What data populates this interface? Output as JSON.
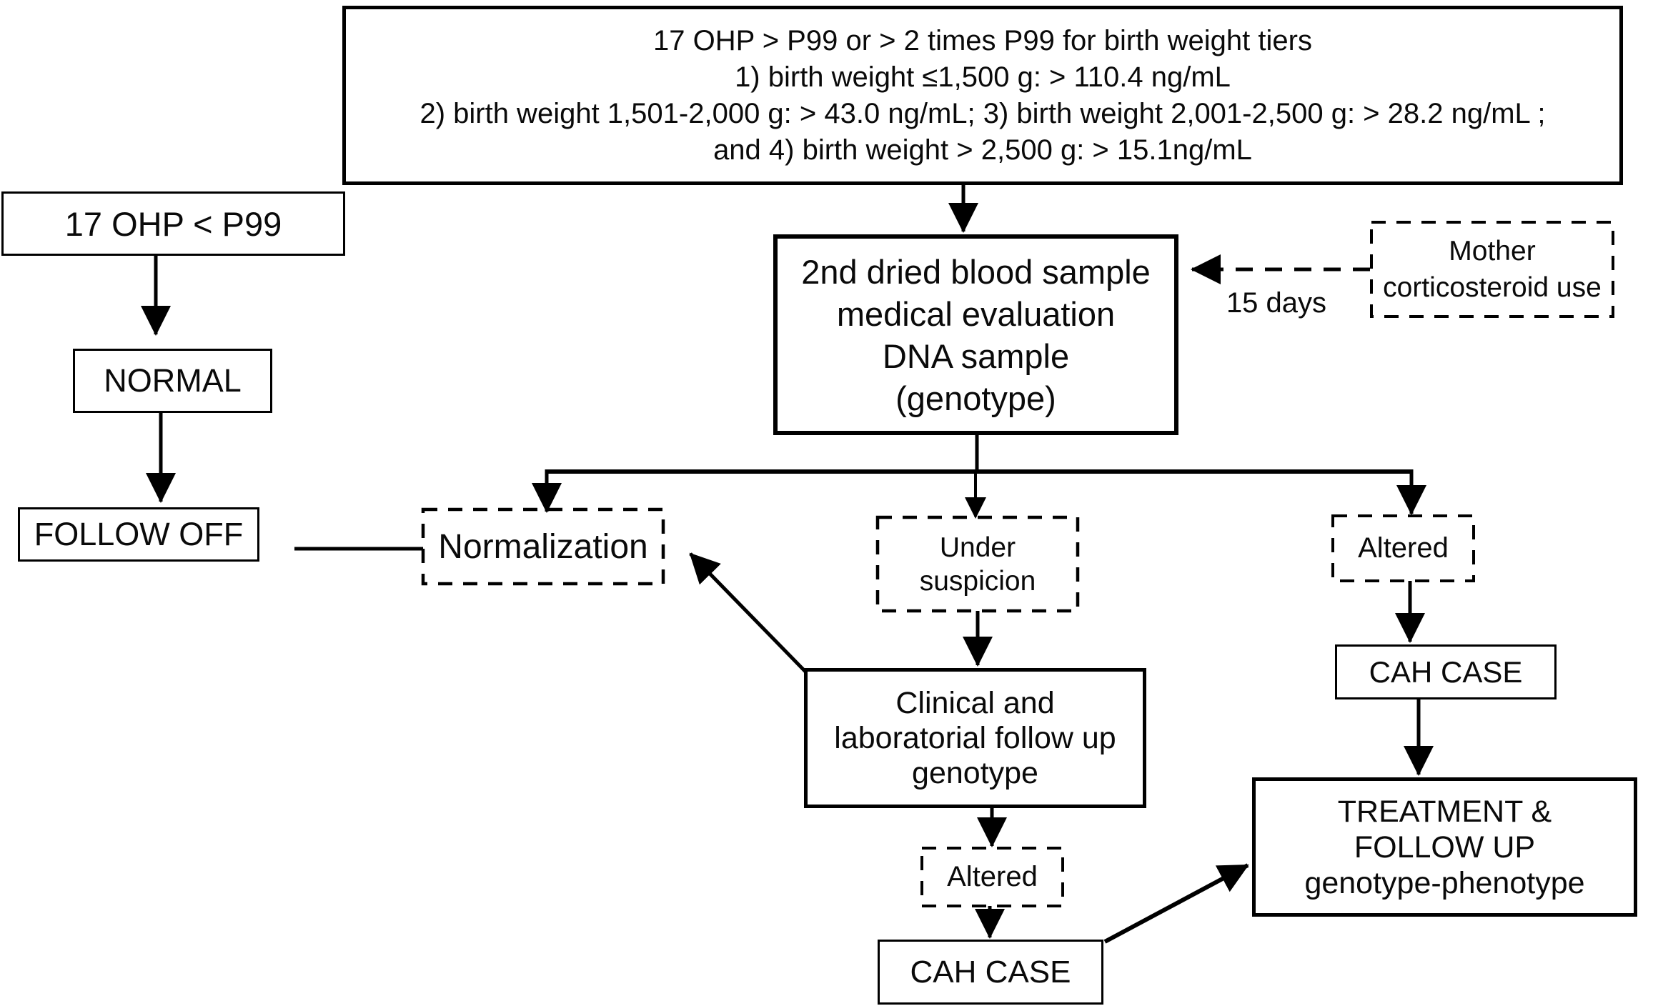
{
  "page": {
    "background": "#ffffff",
    "ink": "#000000"
  },
  "criteria_box": {
    "line1": "17 OHP > P99 or > 2 times P99 for birth weight tiers",
    "line2": "1) birth weight ≤1,500 g: > 110.4 ng/mL",
    "line3": "2) birth weight 1,501-2,000 g: > 43.0 ng/mL; 3) birth weight 2,001-2,500 g: > 28.2 ng/mL ;",
    "line4": "and 4) birth weight > 2,500 g: > 15.1ng/mL"
  },
  "low_ohp_box": {
    "label": "17 OHP < P99"
  },
  "normal_box": {
    "label": "NORMAL"
  },
  "follow_off_box": {
    "label": "FOLLOW OFF"
  },
  "second_sample_box": {
    "line1": "2nd dried blood sample",
    "line2": "medical evaluation",
    "line3": "DNA sample",
    "line4": "(genotype)"
  },
  "mother_box": {
    "line1": "Mother",
    "line2": "corticosteroid use"
  },
  "recall_interval_label": "15 days",
  "normalization_box": {
    "label": "Normalization"
  },
  "under_suspicion_box": {
    "line1": "Under",
    "line2": "suspicion"
  },
  "altered_right_box": {
    "label": "Altered"
  },
  "cah_case_right_box": {
    "label": "CAH CASE"
  },
  "treatment_box": {
    "line1": "TREATMENT &",
    "line2": "FOLLOW UP",
    "line3": "genotype-phenotype"
  },
  "clinical_followup_box": {
    "line1": "Clinical and",
    "line2": "laboratorial follow up",
    "line3": "genotype"
  },
  "altered_followup_box": {
    "label": "Altered"
  },
  "cah_case_followup_box": {
    "label": "CAH CASE"
  }
}
